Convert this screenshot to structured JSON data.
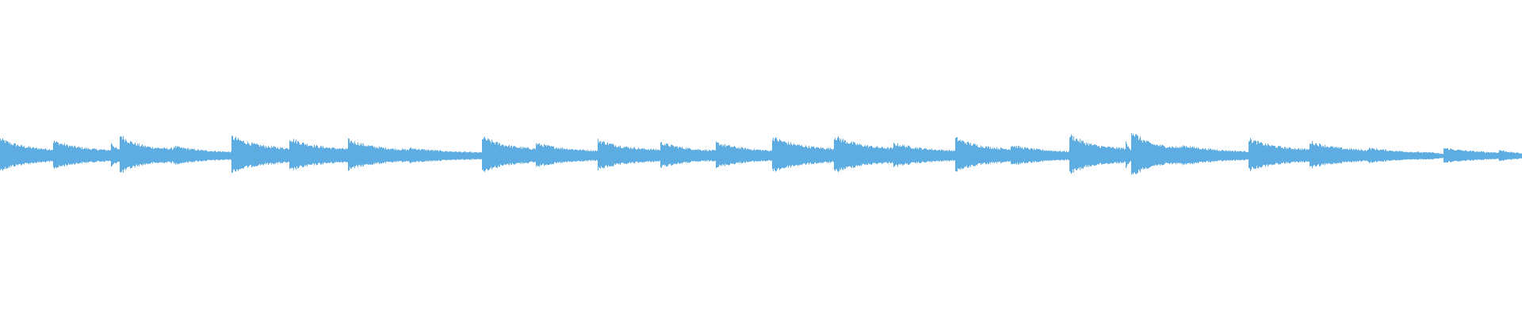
{
  "waveform": {
    "color": "#5DADE2",
    "background": "#ffffff",
    "notes": [
      {
        "start": 0.0,
        "peak": 0.19,
        "decay": 0.45
      },
      {
        "start": 0.0344,
        "peak": 0.17,
        "decay": 0.45
      },
      {
        "start": 0.0728,
        "peak": 0.16,
        "decay": 0.55
      },
      {
        "start": 0.0784,
        "peak": 0.24,
        "decay": 0.3
      },
      {
        "start": 0.1136,
        "peak": 0.11,
        "decay": 0.55
      },
      {
        "start": 0.1516,
        "peak": 0.22,
        "decay": 0.45
      },
      {
        "start": 0.1896,
        "peak": 0.2,
        "decay": 0.45
      },
      {
        "start": 0.2285,
        "peak": 0.18,
        "decay": 0.45
      },
      {
        "start": 0.2687,
        "peak": 0.09,
        "decay": 0.6
      },
      {
        "start": 0.3166,
        "peak": 0.21,
        "decay": 0.45
      },
      {
        "start": 0.352,
        "peak": 0.14,
        "decay": 0.55
      },
      {
        "start": 0.3923,
        "peak": 0.18,
        "decay": 0.45
      },
      {
        "start": 0.4338,
        "peak": 0.15,
        "decay": 0.5
      },
      {
        "start": 0.4702,
        "peak": 0.15,
        "decay": 0.5
      },
      {
        "start": 0.5071,
        "peak": 0.21,
        "decay": 0.45
      },
      {
        "start": 0.5478,
        "peak": 0.22,
        "decay": 0.45
      },
      {
        "start": 0.5868,
        "peak": 0.14,
        "decay": 0.55
      },
      {
        "start": 0.6276,
        "peak": 0.2,
        "decay": 0.45
      },
      {
        "start": 0.6639,
        "peak": 0.12,
        "decay": 0.55
      },
      {
        "start": 0.7023,
        "peak": 0.24,
        "decay": 0.35
      },
      {
        "start": 0.7393,
        "peak": 0.16,
        "decay": 0.5
      },
      {
        "start": 0.7432,
        "peak": 0.28,
        "decay": 0.3
      },
      {
        "start": 0.7763,
        "peak": 0.12,
        "decay": 0.55
      },
      {
        "start": 0.8202,
        "peak": 0.19,
        "decay": 0.45
      },
      {
        "start": 0.8603,
        "peak": 0.16,
        "decay": 0.5
      },
      {
        "start": 0.8986,
        "peak": 0.09,
        "decay": 0.6
      },
      {
        "start": 0.9391,
        "peak": 0.05,
        "decay": 0.7
      },
      {
        "start": 0.9484,
        "peak": 0.09,
        "decay": 0.6
      },
      {
        "start": 0.9847,
        "peak": 0.07,
        "decay": 0.65
      }
    ]
  }
}
